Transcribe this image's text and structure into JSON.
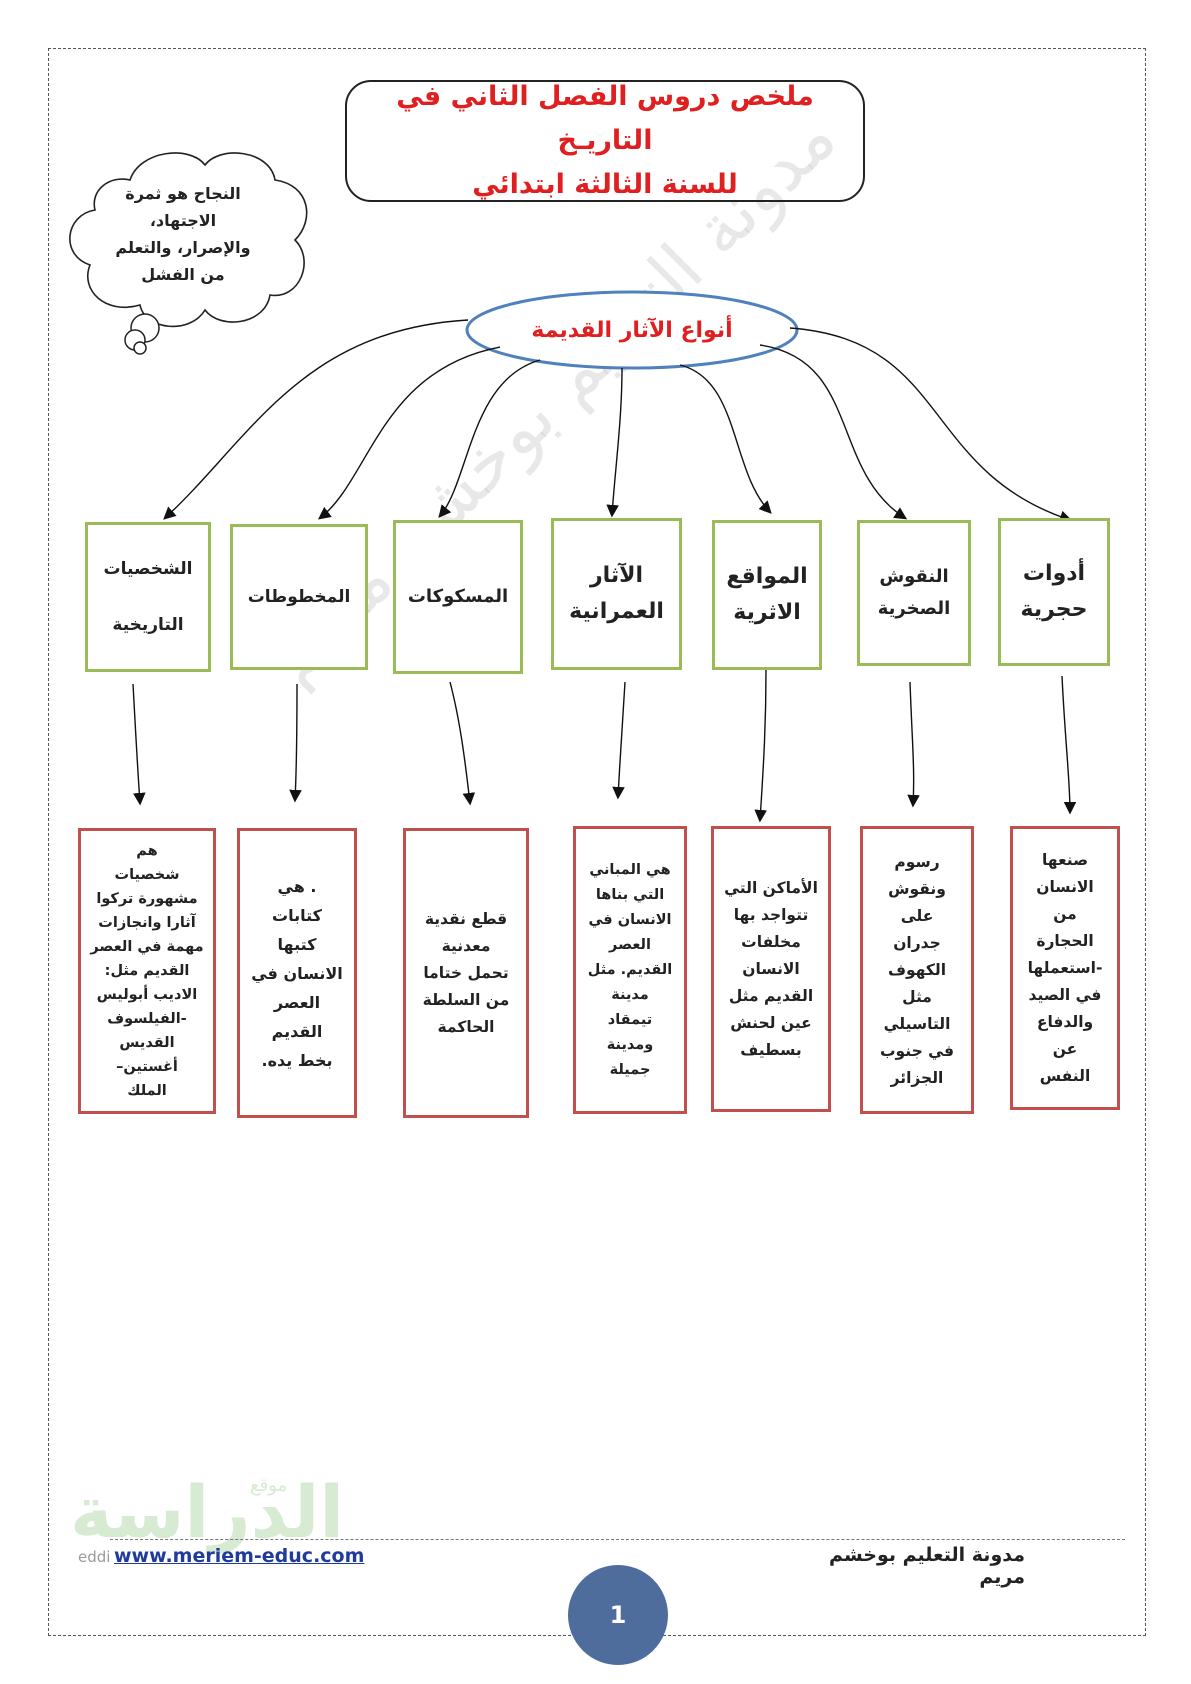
{
  "title": {
    "line1": "ملخص دروس الفصل الثاني في التاريـخ",
    "line2": "للسنة الثالثة ابتدائي"
  },
  "cloud": {
    "lines": [
      "النجاح هو ثمرة",
      "الاجتهاد،",
      "والإصرار، والتعلم",
      "من الفشل"
    ]
  },
  "center_label": "أنواع الآثار القديمة",
  "types": [
    {
      "lines": [
        "أدوات",
        "حجرية"
      ]
    },
    {
      "lines": [
        "النقوش",
        "الصخرية"
      ]
    },
    {
      "lines": [
        "المواقع",
        "الاثرية"
      ]
    },
    {
      "lines": [
        "الآثار",
        "العمرانية"
      ]
    },
    {
      "lines": [
        "المسكوكات"
      ]
    },
    {
      "lines": [
        "المخطوطات"
      ]
    },
    {
      "lines": [
        "الشخصيات",
        "التاريخية"
      ]
    }
  ],
  "descriptions": [
    {
      "lines": [
        "صنعها",
        "الانسان",
        "من",
        "الحجارة",
        "-استعملها",
        "في الصيد",
        "والدفاع",
        "عن",
        "النفس"
      ]
    },
    {
      "lines": [
        "رسوم",
        "ونقوش",
        "على",
        "جدران",
        "الكهوف",
        "مثل",
        "التاسيلي",
        "في جنوب",
        "الجزائر"
      ]
    },
    {
      "lines": [
        "الأماكن التي",
        "تتواجد بها",
        "مخلفات",
        "الانسان",
        "القديم مثل",
        "عين لحنش",
        "بسطيف"
      ]
    },
    {
      "lines": [
        "هي المباني",
        "التي بناها",
        "الانسان في",
        "العصر",
        "القديم. مثل",
        "مدينة",
        "تيمقاد",
        "ومدينة",
        "جميلة"
      ]
    },
    {
      "lines": [
        "قطع نقدية",
        "معدنية",
        "تحمل ختاما",
        "من السلطة",
        "الحاكمة"
      ]
    },
    {
      "lines": [
        ". هي",
        "كتابات",
        "كتبها",
        "الانسان في",
        "العصر",
        "القديم",
        "بخط يده."
      ]
    },
    {
      "lines": [
        "هم",
        "شخصيات",
        "مشهورة تركوا",
        "آثارا وانجازات",
        "مهمة في العصر",
        "القديم مثل:",
        "الاديب أبوليس",
        "-الفيلسوف",
        "القديس",
        "أغستين–",
        "الملك"
      ]
    }
  ],
  "watermark": "مدونة التعليم بوخشم مريم",
  "logo": {
    "big": "الدراسة",
    "small": "موقع"
  },
  "footer": {
    "website": "www.meriem-educ.com",
    "website_grey": "eddi",
    "blog": "مدونة التعليم بوخشم مريم",
    "page_number": "1"
  }
}
